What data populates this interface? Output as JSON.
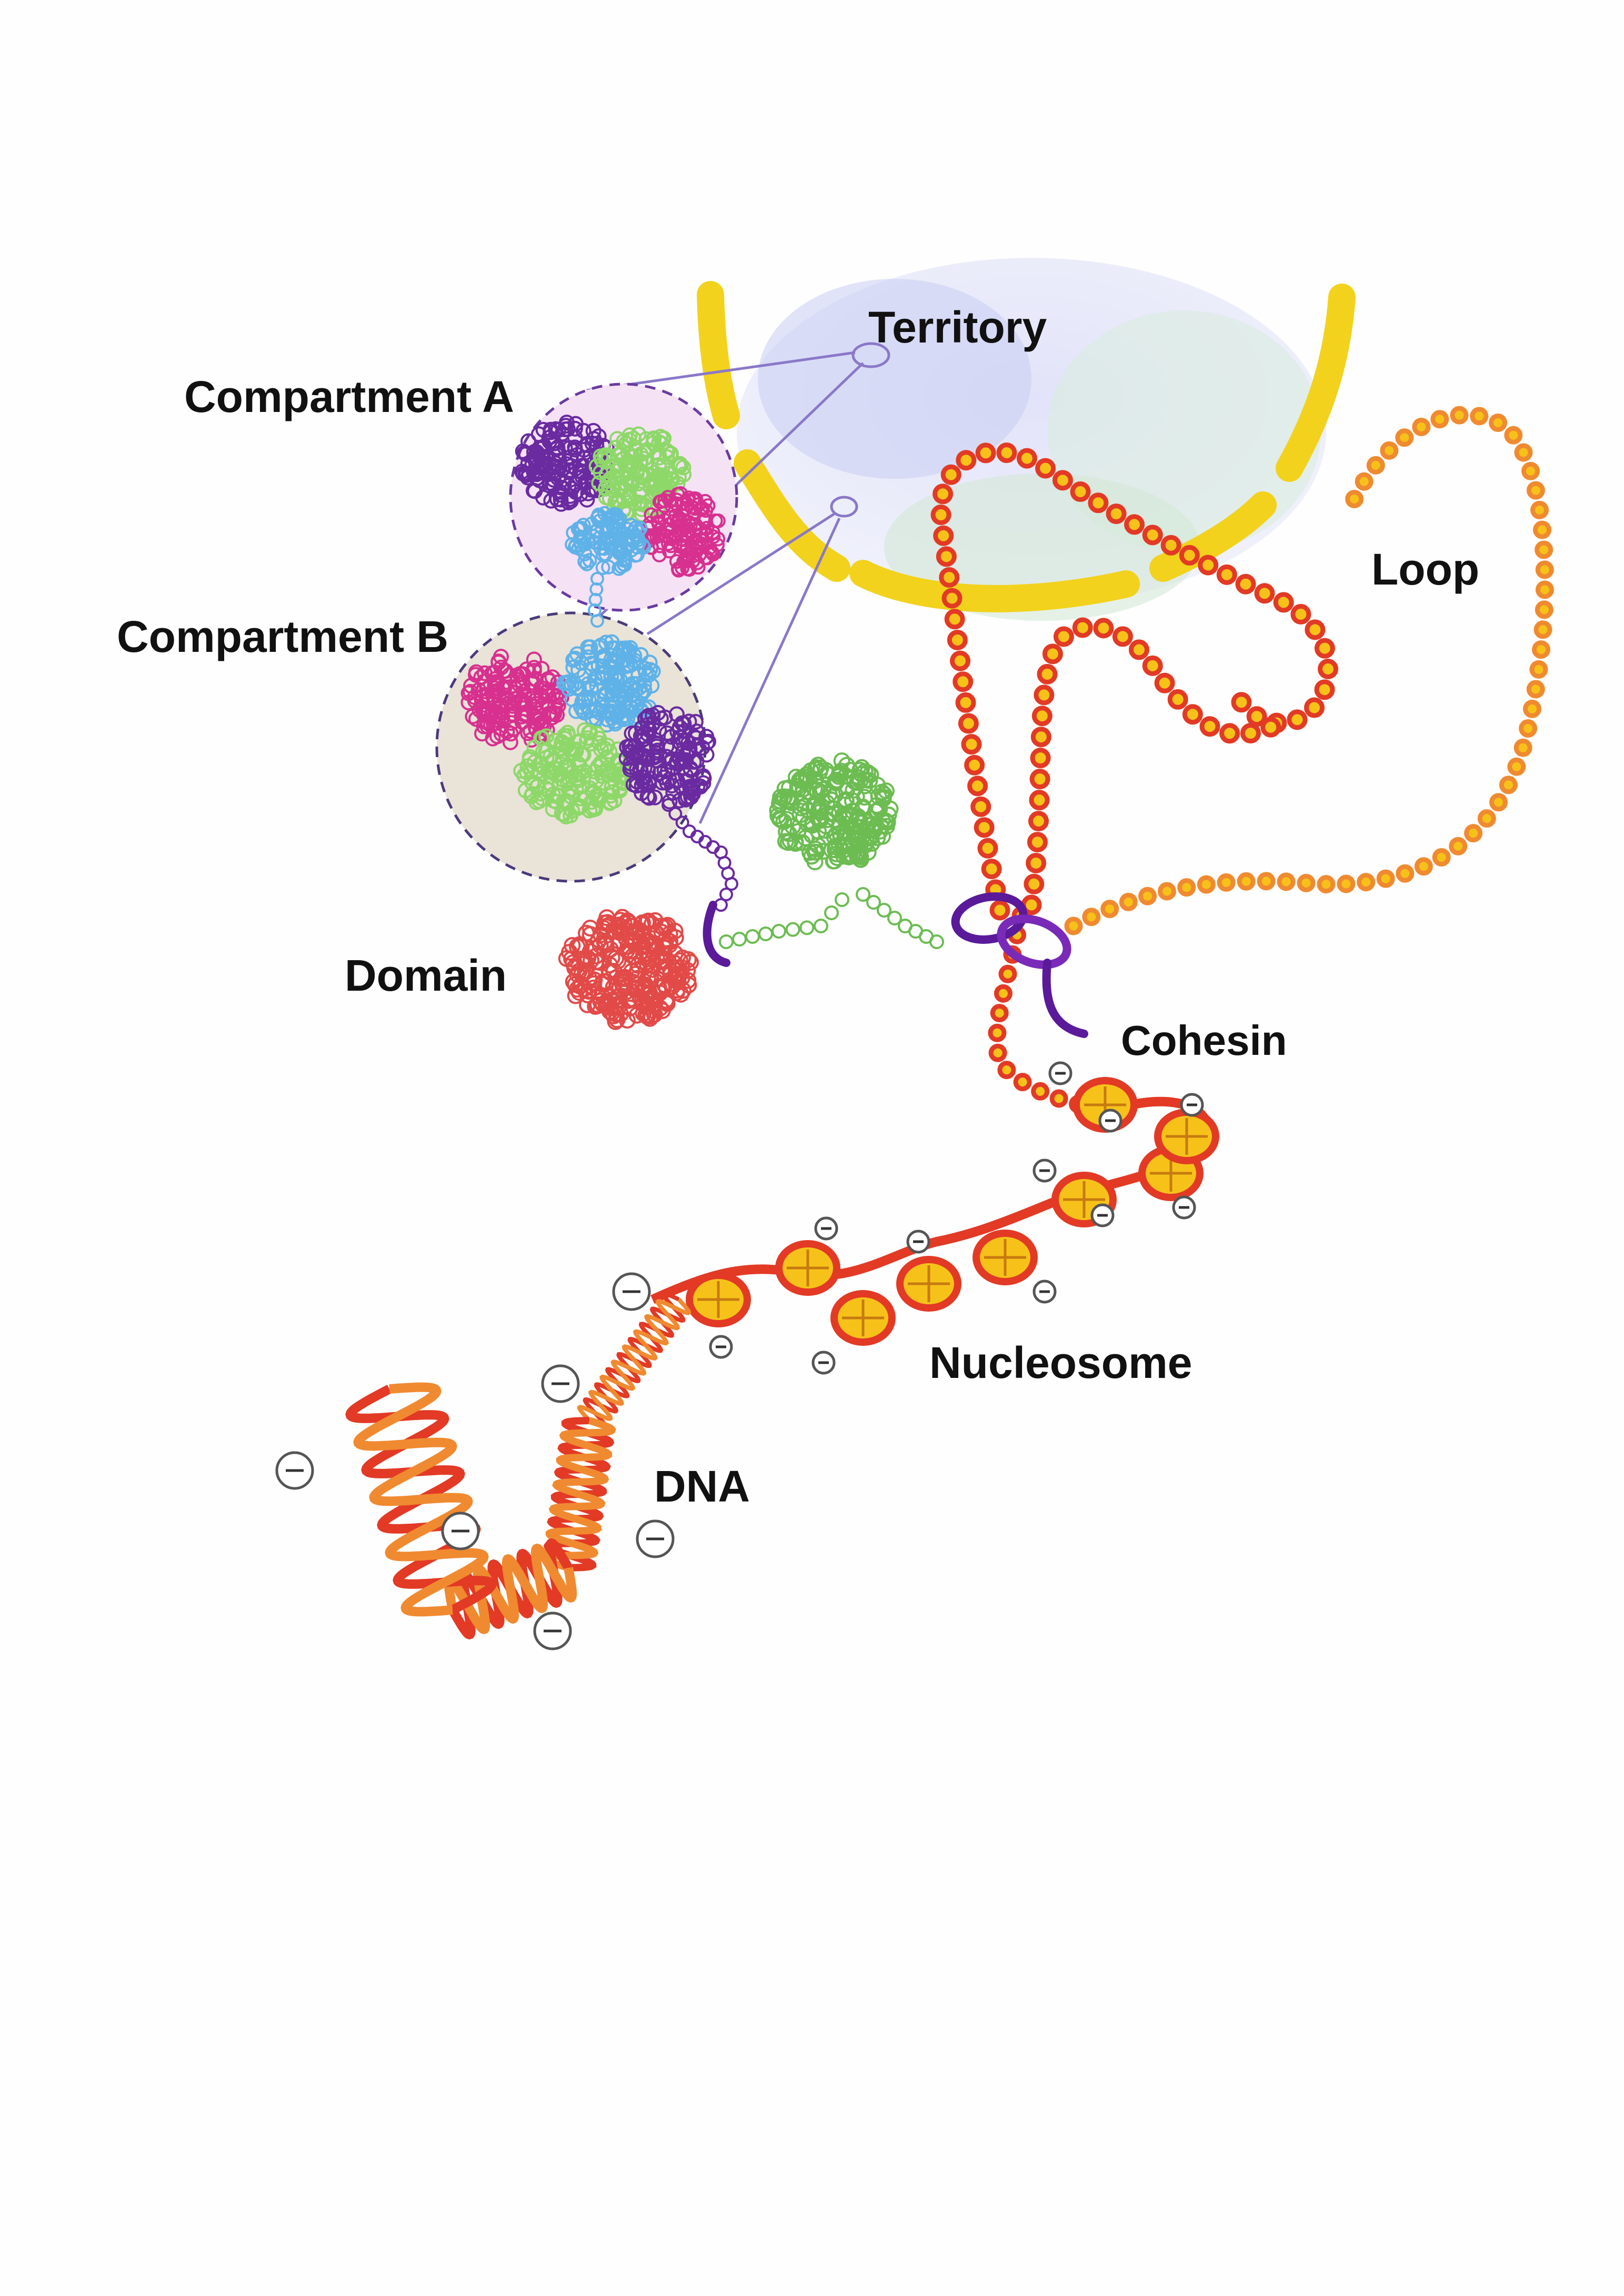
{
  "labels": {
    "territory": "Territory",
    "compartment_a": "Compartment A",
    "compartment_b": "Compartment B",
    "loop": "Loop",
    "domain": "Domain",
    "cohesin": "Cohesin",
    "nucleosome": "Nucleosome",
    "dna": "DNA"
  },
  "charge_symbol": "⊖",
  "colors": {
    "background": "#fefefe",
    "nuclear_envelope": "#f2d21c",
    "territory_fill": "#d6d8f5",
    "compartment_a_fill": "#f5e2f5",
    "compartment_b_fill": "#e9e3d8",
    "chromatin_red": "#e23a25",
    "chromatin_orange": "#f08a30",
    "nucleosome_yellow": "#f6c21a",
    "cohesin_purple": "#5a1a9a",
    "domain_red": "#e24a48",
    "domain_green": "#6cbc52",
    "cluster_purple": "#6a2aa0",
    "cluster_green": "#8ed86a",
    "cluster_magenta": "#d8308f",
    "cluster_blue": "#5fb2e8",
    "leader_lines": "#8a78c8"
  }
}
